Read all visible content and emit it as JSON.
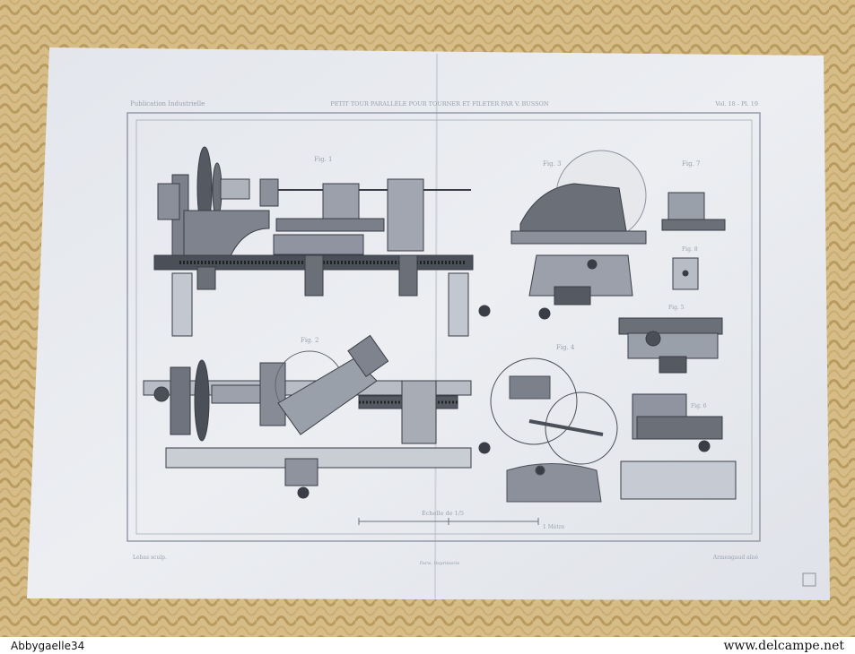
{
  "plate": {
    "header_left": "Publication Industrielle",
    "header_center": "PETIT TOUR PARALLÈLE POUR TOURNER ET FILETER PAR V. BUSSON",
    "header_right": "Vol. 18 - Pl. 19",
    "figure_labels": [
      "Fig. 1",
      "Fig. 2",
      "Fig. 3",
      "Fig. 4",
      "Fig. 5",
      "Fig. 6",
      "Fig. 7",
      "Fig. 8"
    ],
    "scale_label": "Échelle de 1/5",
    "scale_units": "1 Mètre",
    "footer_left": "Lebas sculp.",
    "footer_center": "Paris, Imprimerie",
    "footer_right": "Armengaud aîné"
  },
  "watermark": {
    "username": "Abbygaelle34",
    "site": "www.delcampe.net"
  },
  "colors": {
    "background_fabric": "#d6bc86",
    "paper": "#e9ebf0",
    "ink": "#3a3d46"
  }
}
